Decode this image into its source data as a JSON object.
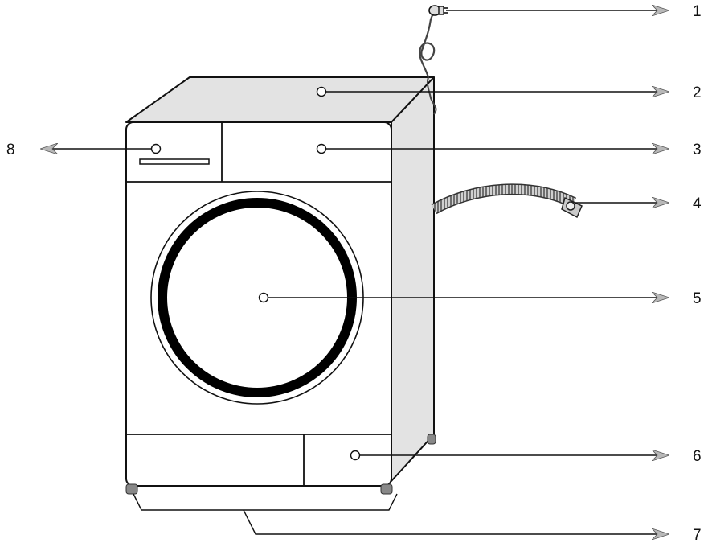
{
  "callouts": {
    "c1": "1",
    "c2": "2",
    "c3": "3",
    "c4": "4",
    "c5": "5",
    "c6": "6",
    "c7": "7",
    "c8": "8"
  },
  "colors": {
    "body_fill": "#ffffff",
    "side_fill": "#e3e3e3",
    "outline": "#111111",
    "door_ring": "#000000",
    "feet": "#888888",
    "hose": "#9a9a9a",
    "arrowhead": "#b8b8b8"
  },
  "parts": [
    "power-plug",
    "top-cover",
    "control-panel",
    "drain-hose",
    "door",
    "service-flap",
    "adjustable-feet",
    "detergent-drawer"
  ]
}
